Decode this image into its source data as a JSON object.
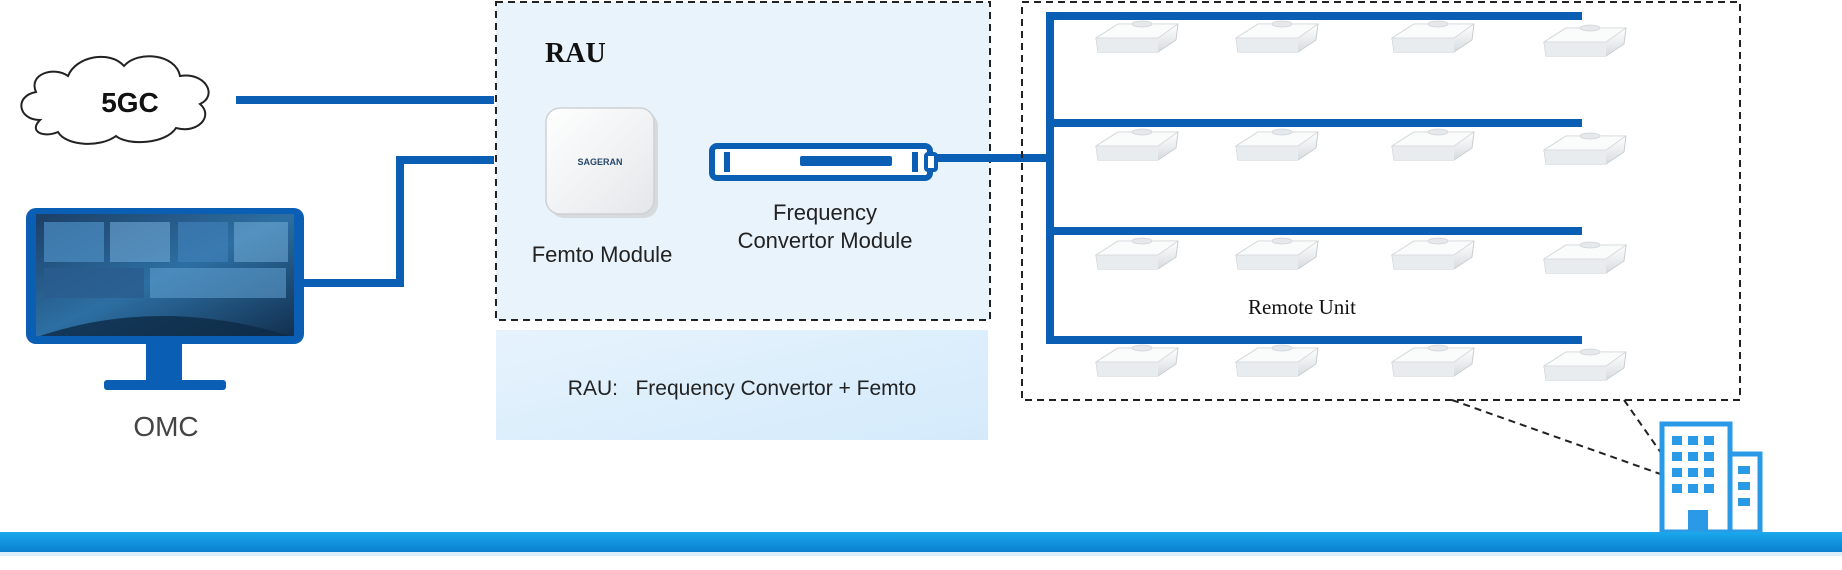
{
  "labels": {
    "core": "5GC",
    "omc": "OMC",
    "rau_title": "RAU",
    "femto": "Femto Module",
    "femto_brand": "SAGERAN",
    "freq_line1": "Frequency",
    "freq_line2": "Convertor Module",
    "remote_unit": "Remote Unit",
    "rau_formula": "RAU:   Frequency Convertor + Femto"
  },
  "colors": {
    "link_blue": "#0a5fb5",
    "rau_fill": "#e8f3fc",
    "formula_fill": "#d9ecfb",
    "ground_bar": "#0f93df",
    "building": "#2a9ae6"
  },
  "icons": {
    "cloud": "cloud-icon",
    "monitor": "monitor-icon",
    "femto": "femto-device-icon",
    "converter": "rack-converter-icon",
    "remote": "ceiling-antenna-icon",
    "building": "building-icon"
  }
}
